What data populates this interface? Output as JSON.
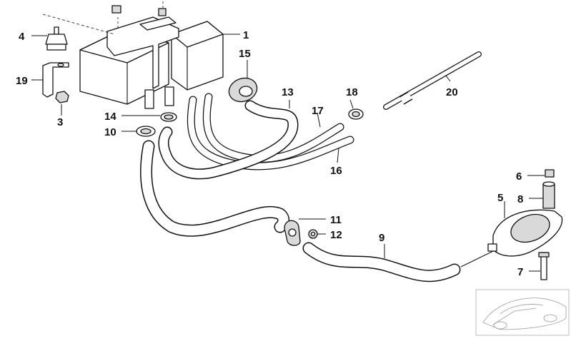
{
  "diagram": {
    "callouts": [
      {
        "id": "1",
        "label": "1"
      },
      {
        "id": "3",
        "label": "3"
      },
      {
        "id": "4",
        "label": "4"
      },
      {
        "id": "5",
        "label": "5"
      },
      {
        "id": "6",
        "label": "6"
      },
      {
        "id": "7",
        "label": "7"
      },
      {
        "id": "8",
        "label": "8"
      },
      {
        "id": "9",
        "label": "9"
      },
      {
        "id": "10",
        "label": "10"
      },
      {
        "id": "11",
        "label": "11"
      },
      {
        "id": "12",
        "label": "12"
      },
      {
        "id": "13",
        "label": "13"
      },
      {
        "id": "14",
        "label": "14"
      },
      {
        "id": "15",
        "label": "15"
      },
      {
        "id": "16",
        "label": "16"
      },
      {
        "id": "17",
        "label": "17"
      },
      {
        "id": "18",
        "label": "18"
      },
      {
        "id": "19",
        "label": "19"
      },
      {
        "id": "20",
        "label": "20"
      }
    ]
  }
}
